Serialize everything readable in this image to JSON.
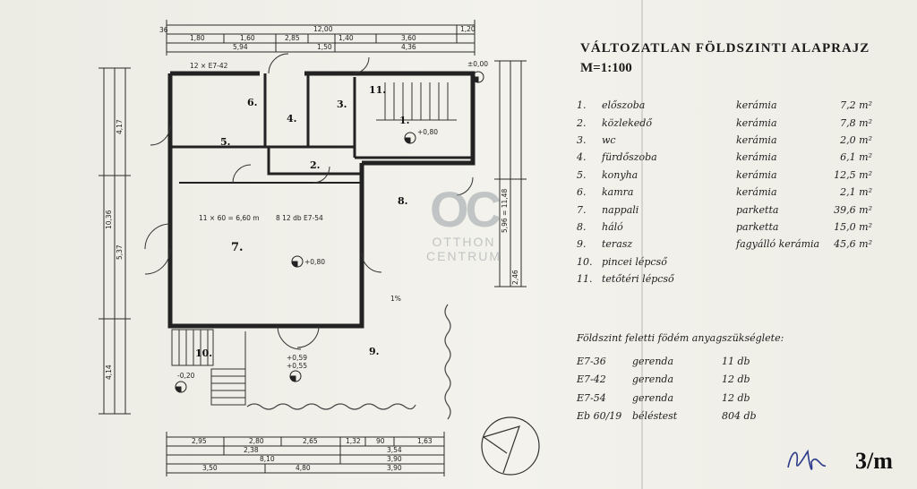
{
  "sheet": {
    "title": "VÁLTOZATLAN FÖLDSZINTI ALAPRAJZ",
    "scale": "M=1:100",
    "page_number": "3/m"
  },
  "rooms": [
    {
      "no": "1.",
      "name": "előszoba",
      "floor": "kerámia",
      "area": "7,2 m²"
    },
    {
      "no": "2.",
      "name": "közlekedő",
      "floor": "kerámia",
      "area": "7,8 m²"
    },
    {
      "no": "3.",
      "name": "wc",
      "floor": "kerámia",
      "area": "2,0 m²"
    },
    {
      "no": "4.",
      "name": "fürdőszoba",
      "floor": "kerámia",
      "area": "6,1 m²"
    },
    {
      "no": "5.",
      "name": "konyha",
      "floor": "kerámia",
      "area": "12,5 m²"
    },
    {
      "no": "6.",
      "name": "kamra",
      "floor": "kerámia",
      "area": "2,1 m²"
    },
    {
      "no": "7.",
      "name": "nappali",
      "floor": "parketta",
      "area": "39,6 m²"
    },
    {
      "no": "8.",
      "name": "háló",
      "floor": "parketta",
      "area": "15,0 m²"
    },
    {
      "no": "9.",
      "name": "terasz",
      "floor": "fagyálló kerámia",
      "area": "45,6 m²"
    },
    {
      "no": "10.",
      "name": "pincei lépcső",
      "floor": "",
      "area": ""
    },
    {
      "no": "11.",
      "name": "tetőtéri lépcső",
      "floor": "",
      "area": ""
    }
  ],
  "materials": {
    "title": "Földszint feletti födém anyagszükséglete:",
    "items": [
      {
        "code": "E7-36",
        "kind": "gerenda",
        "qty": "11 db"
      },
      {
        "code": "E7-42",
        "kind": "gerenda",
        "qty": "12 db"
      },
      {
        "code": "E7-54",
        "kind": "gerenda",
        "qty": "12 db"
      },
      {
        "code": "Eb 60/19",
        "kind": "béléstest",
        "qty": "804 db"
      }
    ]
  },
  "watermark": {
    "logo": "OC",
    "line1": "OTTHON",
    "line2": "CENTRUM"
  },
  "plan": {
    "room_numbers": [
      "1.",
      "2.",
      "3.",
      "4.",
      "5.",
      "6.",
      "7.",
      "8.",
      "9.",
      "10.",
      "11."
    ],
    "top_dims_row1": [
      "36",
      "12,00",
      "1,20"
    ],
    "top_dims_row2": [
      "1,80",
      "1,60",
      "2,85",
      "1,40",
      "3,60"
    ],
    "top_dims_row3": [
      "5,94",
      "1,50",
      "4,36"
    ],
    "left_dims": [
      "4,17",
      "10,36",
      "5,37",
      "4,14"
    ],
    "right_dims": [
      "5,96 = 11,48",
      "2,46"
    ],
    "bottom_dims_row1": [
      "2,95",
      "2,80",
      "2,65",
      "1,32",
      "90",
      "1,63"
    ],
    "bottom_dims_row2": [
      "2,38",
      "3,54"
    ],
    "bottom_dims_row3": [
      "8,10",
      "3,90"
    ],
    "bottom_dims_row4": [
      "3,50",
      "4,80",
      "3,90"
    ],
    "labels": {
      "beam_top": "12 × E7-42",
      "beam_mid": "11 × 60 = 6,60 m",
      "beam_mid2": "8 12 db E7-54",
      "lvl_top": "±0,00",
      "lvl_room1": "+0,80",
      "lvl_room7": "+0,80",
      "lvl_terrace1": "+0,59",
      "lvl_terrace2": "+0,55",
      "lvl_cellar": "-0,20",
      "slope": "1%"
    }
  }
}
